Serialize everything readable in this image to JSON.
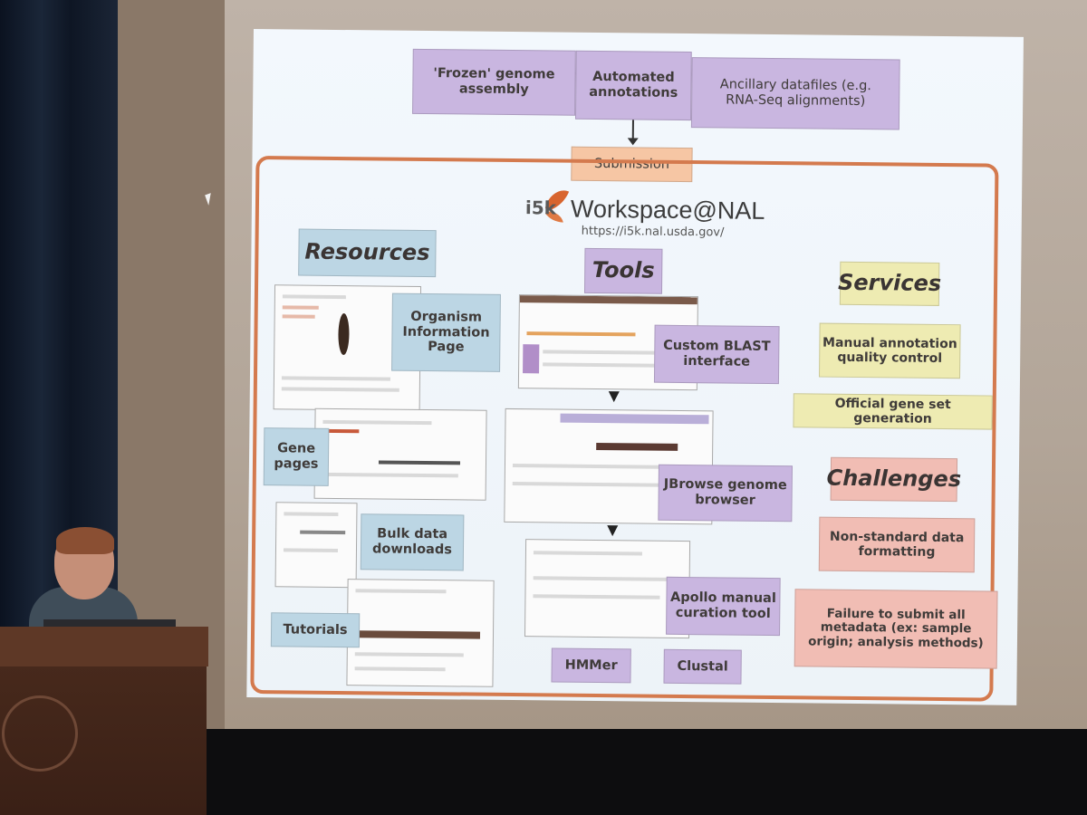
{
  "slide": {
    "top_boxes": {
      "frozen": "'Frozen' genome assembly",
      "automated": "Automated annotations",
      "ancillary": "Ancillary datafiles (e.g. RNA-Seq alignments)"
    },
    "submission": "Submission",
    "logo_text": "i5k",
    "workspace_title": "Workspace@NAL",
    "workspace_url": "https://i5k.nal.usda.gov/",
    "headings": {
      "resources": "Resources",
      "tools": "Tools",
      "services": "Services",
      "challenges": "Challenges"
    },
    "resources": {
      "organism": "Organism Information Page",
      "gene_pages": "Gene pages",
      "bulk": "Bulk data downloads",
      "tutorials": "Tutorials"
    },
    "tools": {
      "blast": "Custom BLAST interface",
      "jbrowse": "JBrowse genome browser",
      "apollo": "Apollo manual curation tool",
      "hmmer": "HMMer",
      "clustal": "Clustal"
    },
    "services": {
      "manual": "Manual annotation quality control",
      "official": "Official gene set generation"
    },
    "challenges": {
      "nonstandard": "Non-standard data formatting",
      "failure": "Failure to submit all metadata (ex: sample origin; analysis methods)"
    }
  },
  "colors": {
    "frame": "#d47a4e",
    "purple": "#c9b6e0",
    "blue": "#bcd6e4",
    "yellow": "#eeebb2",
    "red": "#f1bdb4",
    "orange": "#f6c6a4"
  }
}
